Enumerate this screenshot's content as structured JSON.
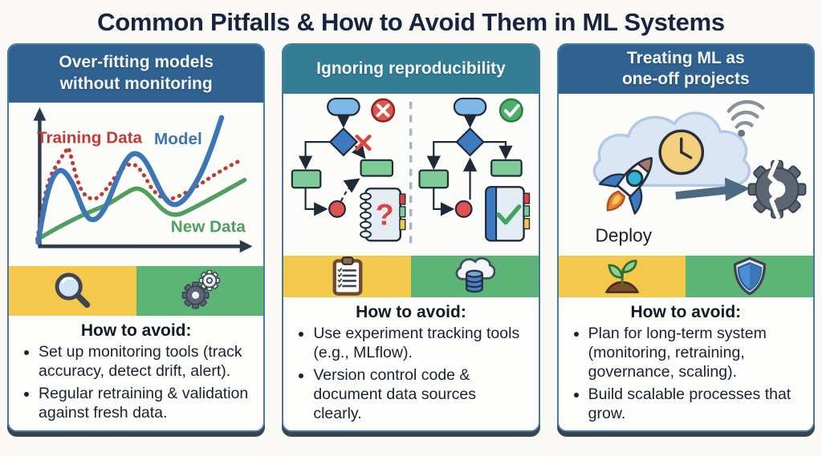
{
  "title": "Common Pitfalls & How to Avoid Them in ML Systems",
  "colors": {
    "header_blue": "#2f6191",
    "header_teal": "#337d95",
    "band_yellow": "#f3c84b",
    "band_green": "#5cb577",
    "card_border": "#4579a8",
    "title_navy": "#16243f",
    "training_red": "#c23a34",
    "model_blue": "#3c76b5",
    "new_data_green": "#4f9f5e",
    "error_red": "#e0534e",
    "success_green": "#4db06a"
  },
  "cards": [
    {
      "title": "Over-fitting models\nwithout monitoring",
      "how_to_avoid": "How to avoid:",
      "bullets": [
        "Set up monitoring tools (track accuracy, detect drift, alert).",
        "Regular retraining & validation against fresh data."
      ],
      "band_icons": [
        "magnifier-icon",
        "gears-icon"
      ],
      "chart_data": {
        "type": "line",
        "series": [
          {
            "name": "Training Data",
            "color": "#c23a34",
            "style": "dotted"
          },
          {
            "name": "Model",
            "color": "#3c76b5",
            "style": "solid"
          },
          {
            "name": "New Data",
            "color": "#4f9f5e",
            "style": "solid"
          }
        ],
        "labels": {
          "training": "Training Data",
          "model": "Model",
          "new_data": "New Data"
        }
      }
    },
    {
      "title": "Ignoring reproducibility",
      "how_to_avoid": "How to avoid:",
      "bullets": [
        "Use experiment tracking tools (e.g., MLflow).",
        "Version control code & document data sources clearly."
      ],
      "band_icons": [
        "clipboard-icon",
        "cloud-database-icon"
      ],
      "illustration": {
        "left_badge": "error-x",
        "right_badge": "success-check",
        "question_glyph": "?"
      }
    },
    {
      "title": "Treating ML as\none-off projects",
      "how_to_avoid": "How to avoid:",
      "bullets": [
        "Plan for long-term system (monitoring, retraining, governance, scaling).",
        "Build scalable processes that grow."
      ],
      "band_icons": [
        "sprout-icon",
        "shield-icon"
      ],
      "illustration": {
        "deploy_label": "Deploy"
      }
    }
  ]
}
